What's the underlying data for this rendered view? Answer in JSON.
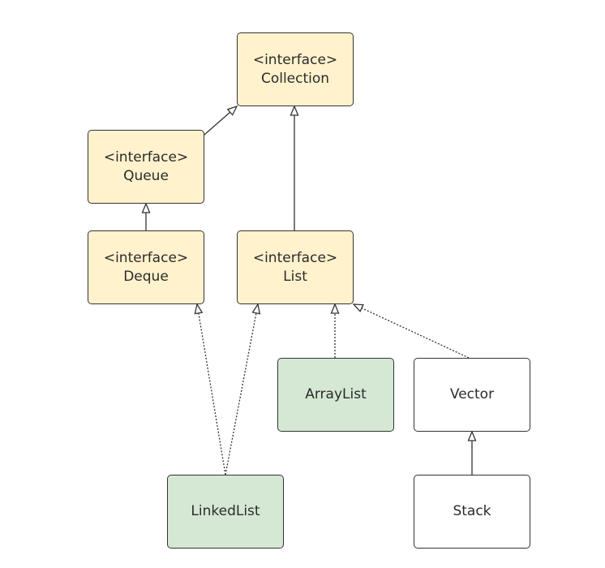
{
  "diagram": {
    "nodes": {
      "collection": {
        "stereotype": "<interface>",
        "name": "Collection",
        "kind": "interface"
      },
      "queue": {
        "stereotype": "<interface>",
        "name": "Queue",
        "kind": "interface"
      },
      "deque": {
        "stereotype": "<interface>",
        "name": "Deque",
        "kind": "interface"
      },
      "list": {
        "stereotype": "<interface>",
        "name": "List",
        "kind": "interface"
      },
      "arraylist": {
        "name": "ArrayList",
        "kind": "class"
      },
      "vector": {
        "name": "Vector",
        "kind": "class"
      },
      "linkedlist": {
        "name": "LinkedList",
        "kind": "class"
      },
      "stack": {
        "name": "Stack",
        "kind": "class"
      }
    },
    "edges": [
      {
        "from": "queue",
        "to": "collection",
        "type": "extends",
        "style": "solid"
      },
      {
        "from": "list",
        "to": "collection",
        "type": "extends",
        "style": "solid"
      },
      {
        "from": "deque",
        "to": "queue",
        "type": "extends",
        "style": "solid"
      },
      {
        "from": "linkedlist",
        "to": "deque",
        "type": "implements",
        "style": "dotted"
      },
      {
        "from": "linkedlist",
        "to": "list",
        "type": "implements",
        "style": "dotted"
      },
      {
        "from": "arraylist",
        "to": "list",
        "type": "implements",
        "style": "dotted"
      },
      {
        "from": "vector",
        "to": "list",
        "type": "implements",
        "style": "dotted"
      },
      {
        "from": "stack",
        "to": "vector",
        "type": "extends",
        "style": "solid"
      }
    ],
    "colors": {
      "interface_fill": "#fff2cc",
      "implementation_fill": "#d5e8d4",
      "class_fill": "#ffffff",
      "stroke": "#333333"
    }
  }
}
